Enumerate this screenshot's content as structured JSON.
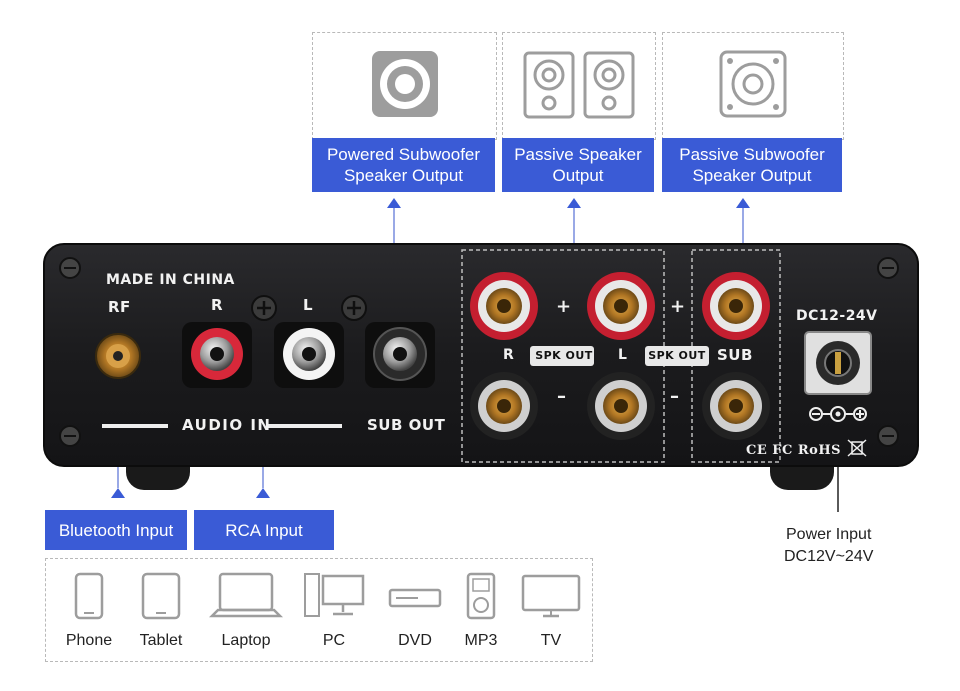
{
  "callouts": {
    "powered_sub": "Powered Subwoofer\nSpeaker Output",
    "passive_speaker": "Passive Speaker\nOutput",
    "passive_sub": "Passive Subwoofer\nSpeaker Output",
    "bluetooth": "Bluetooth Input",
    "rca": "RCA Input",
    "power": "Power Input\nDC12V~24V"
  },
  "panel": {
    "made_in": "MADE IN CHINA",
    "rf": "RF",
    "r": "R",
    "l": "L",
    "audio_in": "AUDIO IN",
    "sub_out": "SUB OUT",
    "spk_r": "R",
    "spk_out_1": "SPK OUT",
    "spk_l": "L",
    "spk_out_2": "SPK OUT",
    "sub": "SUB",
    "plus": "+",
    "minus": "–",
    "dc": "DC12-24V",
    "certs": "CE FC RoHS"
  },
  "devices": [
    {
      "label": "Phone",
      "icon": "phone-icon"
    },
    {
      "label": "Tablet",
      "icon": "tablet-icon"
    },
    {
      "label": "Laptop",
      "icon": "laptop-icon"
    },
    {
      "label": "PC",
      "icon": "pc-icon"
    },
    {
      "label": "DVD",
      "icon": "dvd-icon"
    },
    {
      "label": "MP3",
      "icon": "mp3-icon"
    },
    {
      "label": "TV",
      "icon": "tv-icon"
    }
  ],
  "colors": {
    "label_blue": "#3a5bd6",
    "panel": "#1c1c1e",
    "red_post": "#d8283a",
    "gold": "#b7802b"
  }
}
